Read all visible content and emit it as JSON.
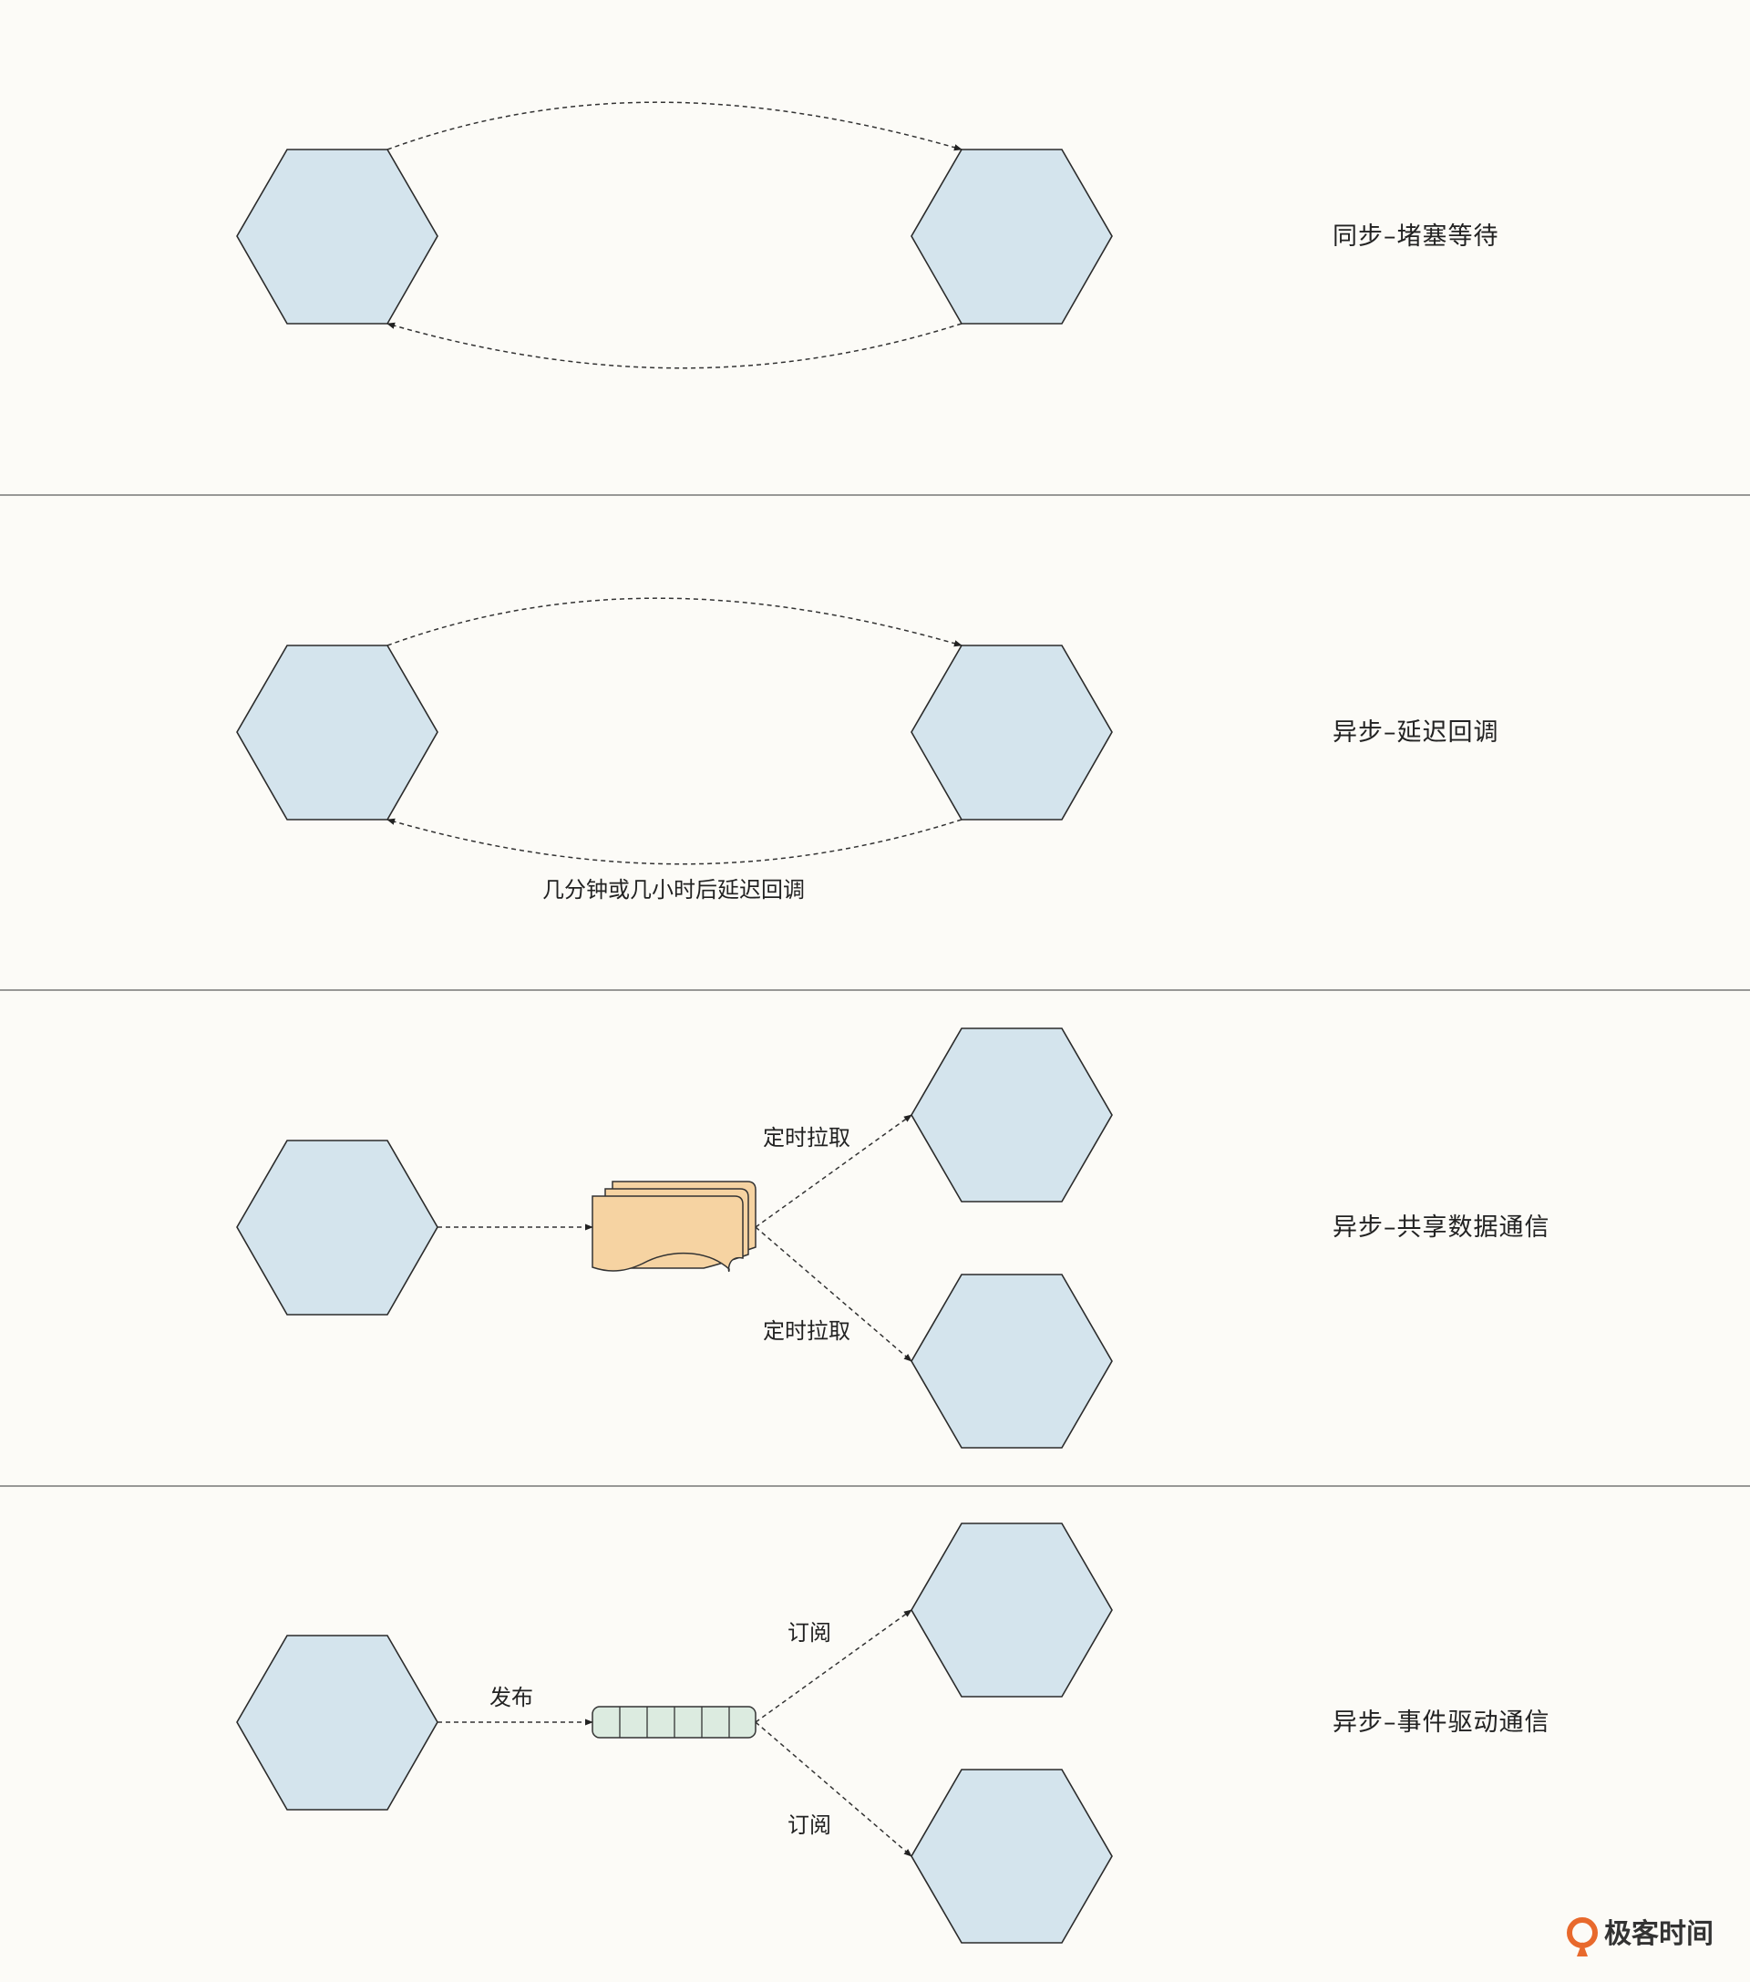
{
  "sections": [
    {
      "title": "同步–堵塞等待"
    },
    {
      "title": "异步–延迟回调",
      "callback_label": "几分钟或几小时后延迟回调"
    },
    {
      "title": "异步–共享数据通信",
      "pull_label_top": "定时拉取",
      "pull_label_bottom": "定时拉取"
    },
    {
      "title": "异步–事件驱动通信",
      "publish_label": "发布",
      "subscribe_label_top": "订阅",
      "subscribe_label_bottom": "订阅"
    }
  ],
  "brand": {
    "name": "极客时间",
    "icon": "geektime-logo-icon",
    "color": "#e8692c"
  },
  "colors": {
    "node_fill": "#d4e4ed",
    "document_fill": "#f6d3a2",
    "queue_fill": "#dcebe0"
  }
}
